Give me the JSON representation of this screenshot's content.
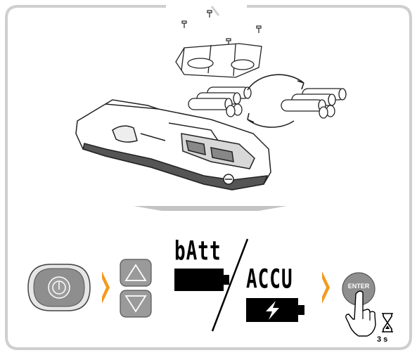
{
  "display": {
    "battery_mode_text": "bAtt",
    "accu_mode_text": "ACCU"
  },
  "buttons": {
    "enter_label": "ENTER"
  },
  "hold": {
    "duration_label": "3 s"
  },
  "colors": {
    "frame_border": "#cfcfcf",
    "step_arrow": "#f39a1e",
    "process_arrow": "#c4c4c4",
    "button_grey": "#9a9a9a",
    "lcd_black": "#000000"
  }
}
